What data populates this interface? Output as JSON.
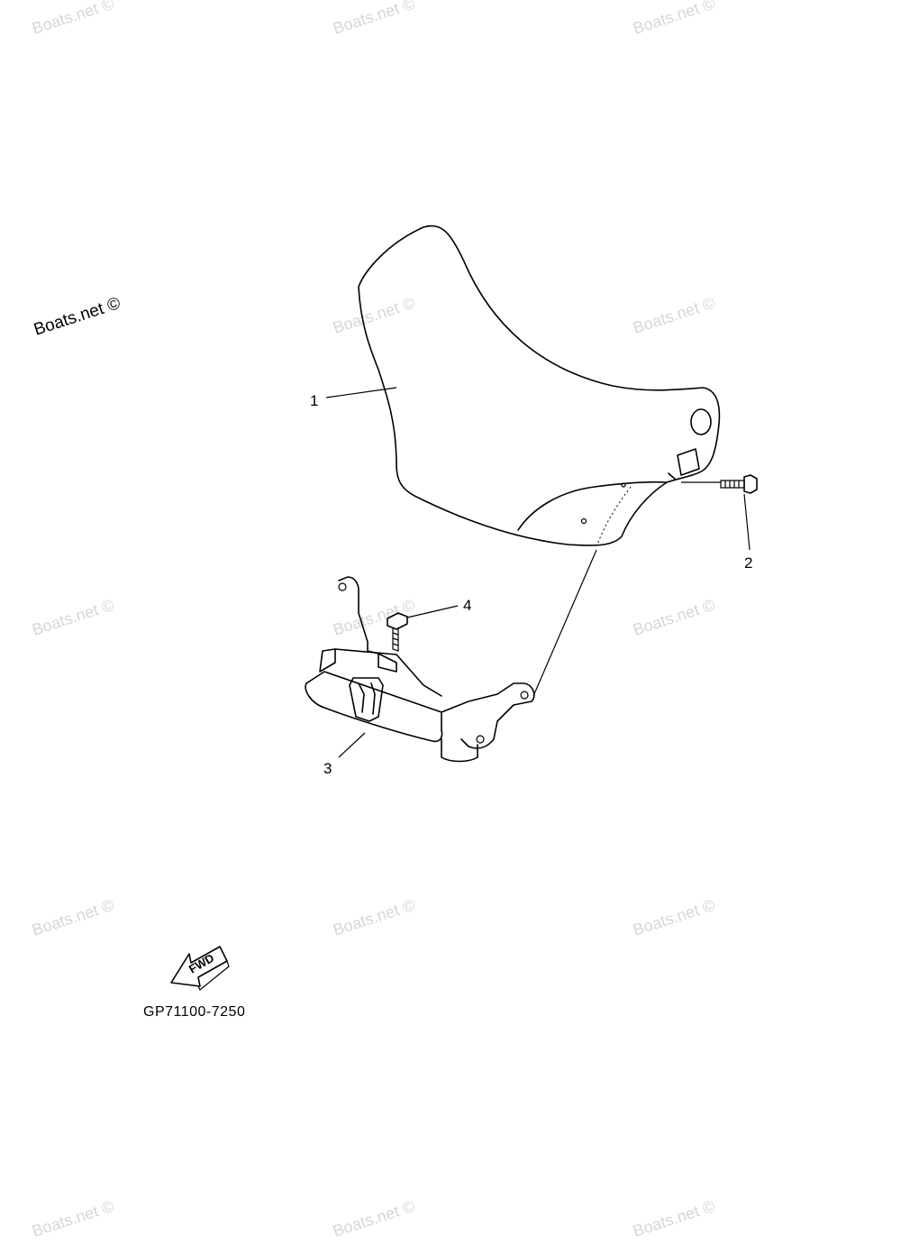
{
  "watermark": {
    "text": "Boats.net ©",
    "highlight_text": "Boats.net ©"
  },
  "callouts": [
    {
      "id": "1",
      "label": "1"
    },
    {
      "id": "2",
      "label": "2"
    },
    {
      "id": "3",
      "label": "3"
    },
    {
      "id": "4",
      "label": "4"
    }
  ],
  "direction_badge": {
    "label": "FWD"
  },
  "diagram_code": "GP71100-7250"
}
